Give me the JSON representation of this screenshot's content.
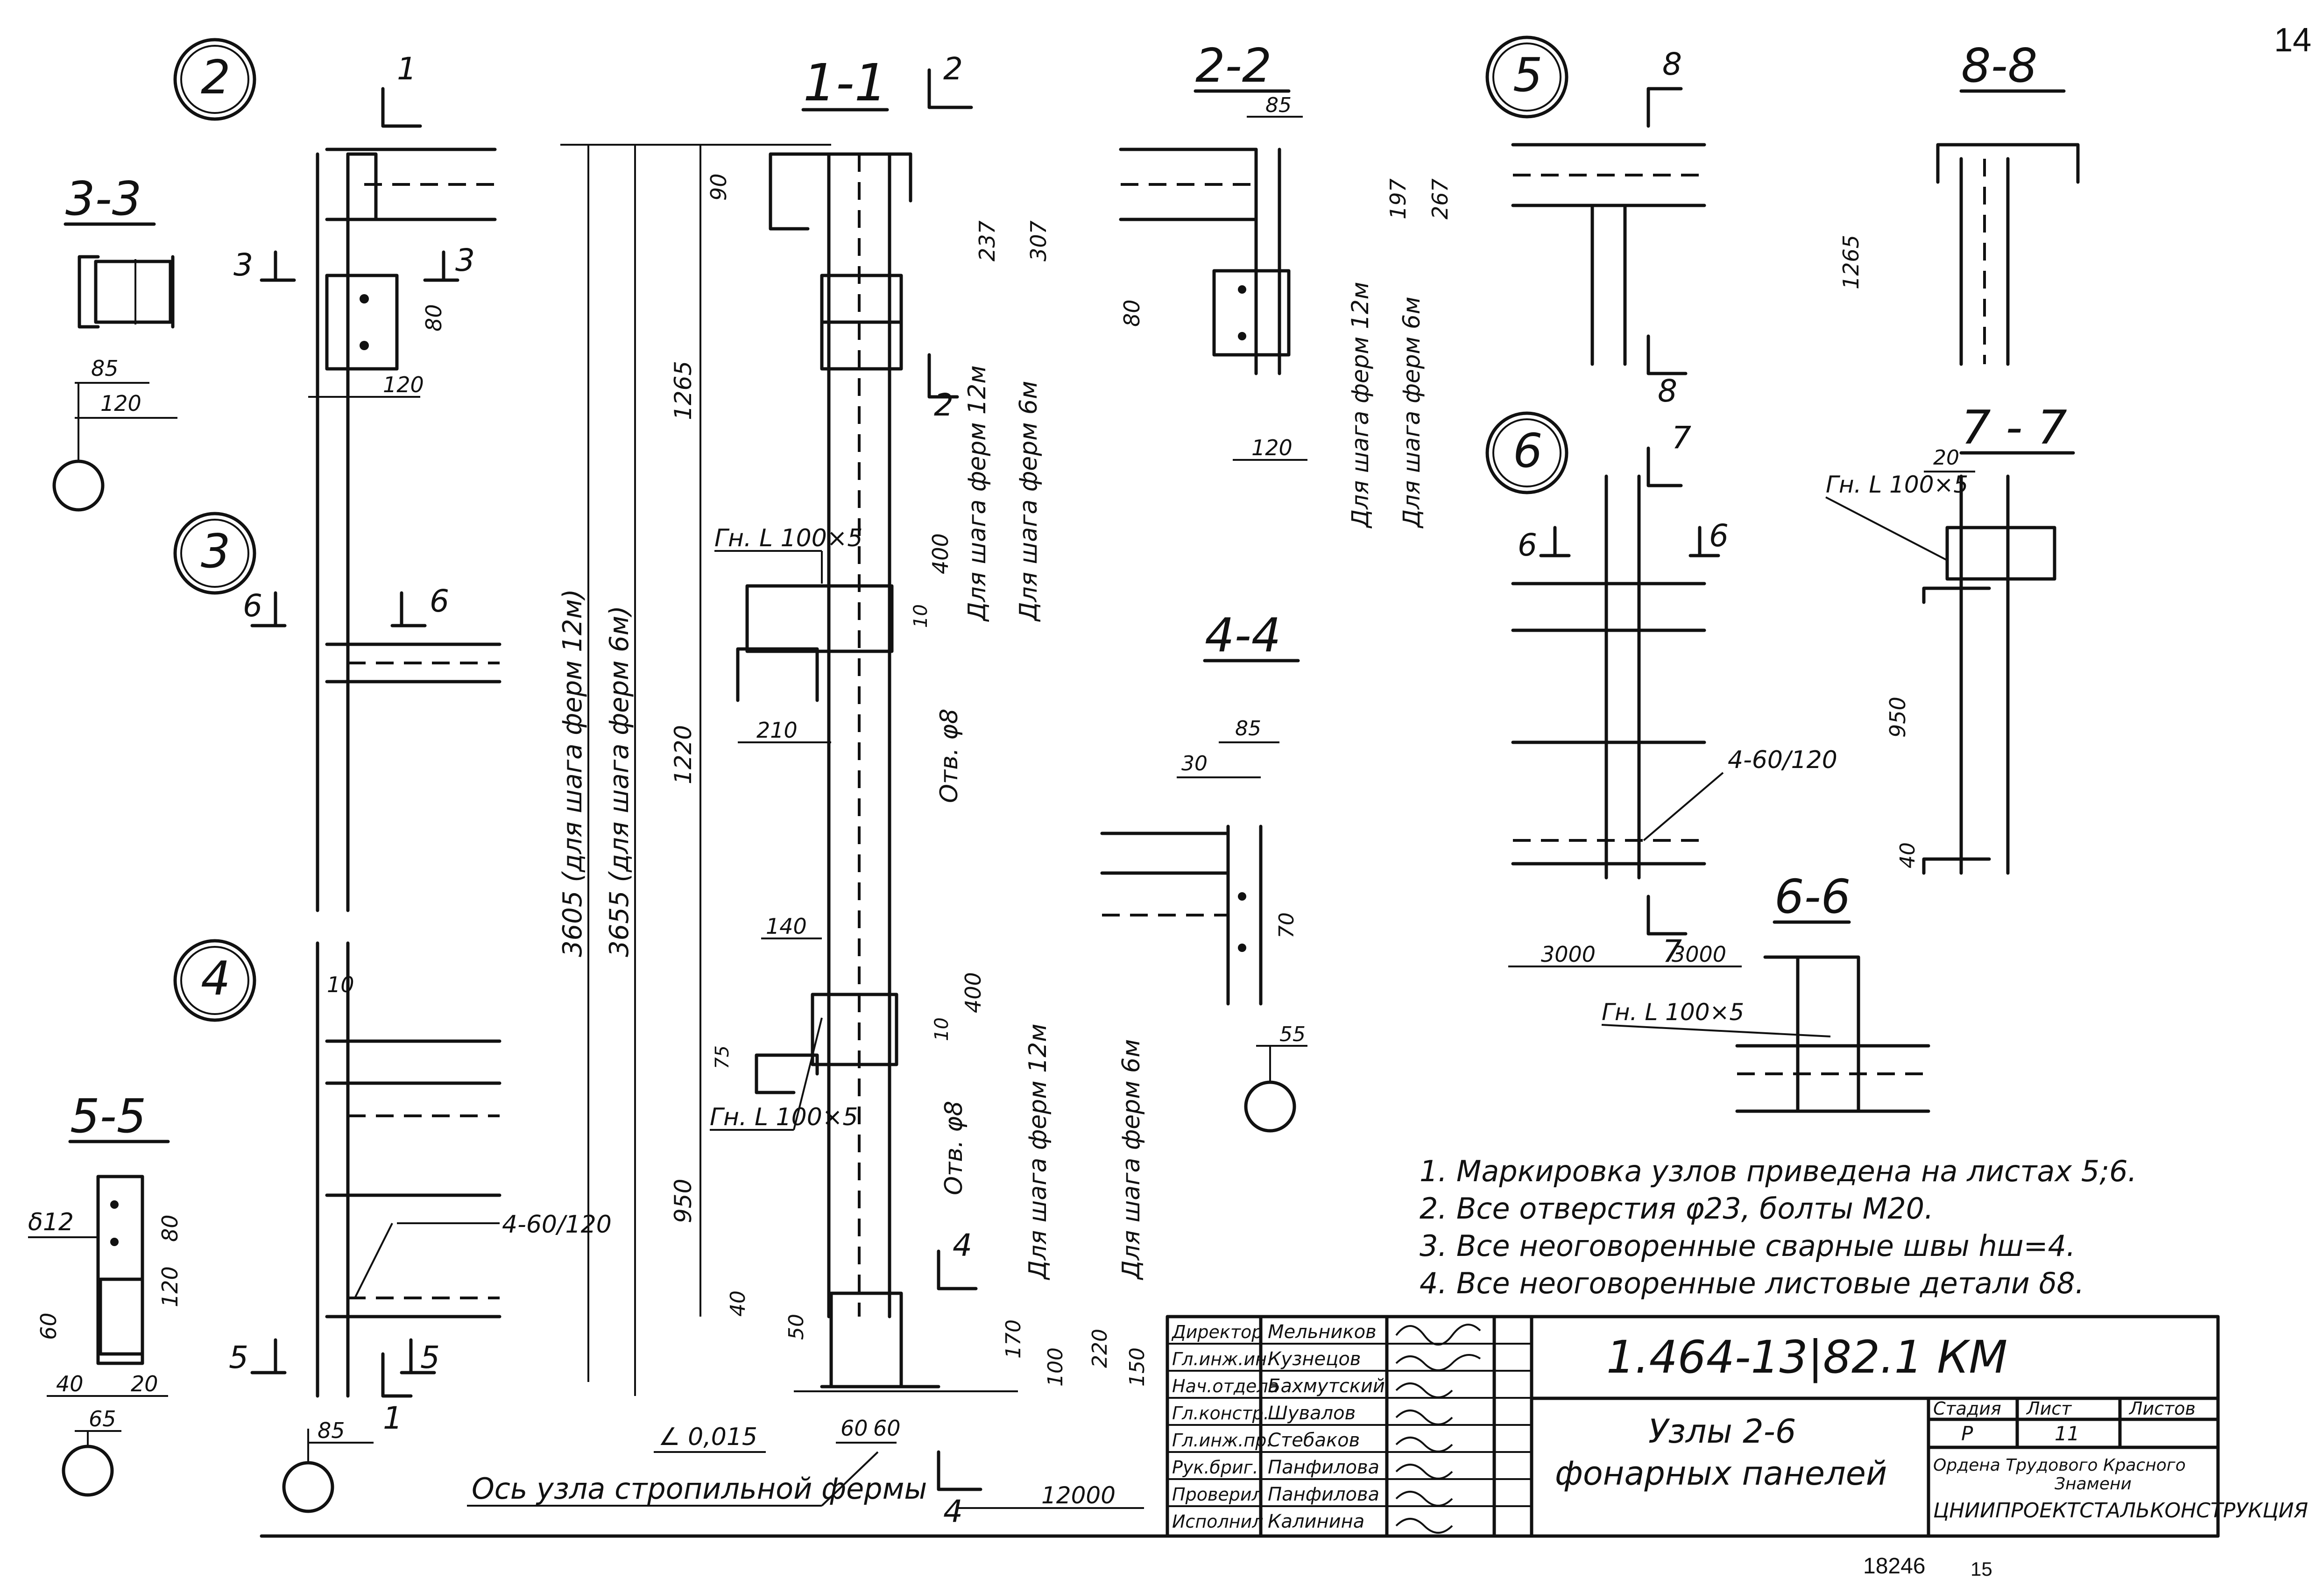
{
  "page_number": "14",
  "node_markers": [
    "2",
    "3",
    "4",
    "5",
    "6"
  ],
  "section_titles": {
    "s11": "1-1",
    "s22": "2-2",
    "s33": "3-3",
    "s44": "4-4",
    "s55": "5-5",
    "s66": "6-6",
    "s77": "7 - 7",
    "s88": "8-8"
  },
  "cut_marks": {
    "c1a": "1",
    "c1b": "1",
    "c2a": "2",
    "c2b": "2",
    "c3a": "3",
    "c3b": "3",
    "c4a": "4",
    "c4b": "4",
    "c5a": "5",
    "c5b": "5",
    "c6a": "6",
    "c6b": "6",
    "c6c": "6",
    "c6d": "6",
    "c7a": "7",
    "c7b": "7",
    "c8a": "8",
    "c8b": "8"
  },
  "dims": {
    "d3_85": "85",
    "d3_120": "120",
    "dn2_80": "80",
    "dn2_120": "120",
    "d11_90": "90",
    "d11_237": "237",
    "d11_307": "307",
    "d11_1265": "1265",
    "d11_400a": "400",
    "d11_10a": "10",
    "d11_210": "210",
    "d11_1220": "1220",
    "d11_140": "140",
    "d11_400b": "400",
    "d11_10b": "10",
    "d11_75": "75",
    "d11_950": "950",
    "d11_40": "40",
    "d11_50": "50",
    "d11_170": "170",
    "d11_100": "100",
    "d11_220": "220",
    "d11_150": "150",
    "d11_60a": "60",
    "d11_60b": "60",
    "d11_12000": "12000",
    "d11_3605": "3605 (для шага ферм 12м)",
    "d11_3655": "3655 (для шага ферм 6м)",
    "d11_slope": "∠ 0,015",
    "d22_85": "85",
    "d22_197": "197",
    "d22_267": "267",
    "d22_80": "80",
    "d22_120": "120",
    "d44_85": "85",
    "d44_30": "30",
    "d44_70": "70",
    "d44_55": "55",
    "d55_12": "δ12",
    "d55_80": "80",
    "d55_120": "120",
    "d55_60": "60",
    "d55_40": "40",
    "d55_20": "20",
    "d55_65": "65",
    "dn4_10": "10",
    "dn4_85": "85",
    "d6_3000a": "3000",
    "d6_3000b": "3000",
    "d77_20": "20",
    "d77_950": "950",
    "d77_40": "40",
    "d88_1265": "1265"
  },
  "annotations": {
    "hole_a": "Отв. φ8",
    "hole_b": "Отв. φ8",
    "truss12_a": "Для шага ферм 12м",
    "truss6_a": "Для шага ферм 6м",
    "truss12_b": "Для шага ферм 12м",
    "truss6_b": "Для шага ферм 6м",
    "truss12_c": "Для шага ферм 12м",
    "truss6_c": "Для шага ферм 6м",
    "angle_a": "Гн. L 100×5",
    "angle_b": "Гн. L 100×5",
    "angle_c": "Гн. L 100×5",
    "angle_d": "Гн. L 100×5",
    "bolt_a": "4-60/120",
    "bolt_b": "4-60/120",
    "axis": "Ось узла стропильной фермы"
  },
  "notes": [
    "1.  Маркировка  узлов  приведена  на листах 5;6.",
    "2.  Все  отверстия  φ23,  болты  М20.",
    "3.  Все  неоговоренные  сварные  швы  hш=4.",
    "4.  Все  неоговоренные листовые детали  δ8."
  ],
  "title_block": {
    "roles": [
      "Директор",
      "Гл.инж.ин.",
      "Нач.отдела",
      "Гл.констр.",
      "Гл.инж.пр.",
      "Рук.бриг.",
      "Проверил",
      "Исполнил"
    ],
    "names": [
      "Мельников",
      "Кузнецов",
      "Бахмутский",
      "Шувалов",
      "Стебаков",
      "Панфилова",
      "Панфилова",
      "Калинина"
    ],
    "doc_code": "1.464-13|82.1 КМ",
    "title_line1": "Узлы 2-6",
    "title_line2": "фонарных  панелей",
    "stage_label": "Стадия",
    "sheet_label": "Лист",
    "sheets_label": "Листов",
    "stage_value": "Р",
    "sheet_value": "11",
    "org_line1": "Ордена Трудового Красного",
    "org_line2": "Знамени",
    "org_name": "ЦНИИПРОЕКТСТАЛЬКОНСТРУКЦИЯ"
  },
  "footer": {
    "archive_number": "18246",
    "page": "15"
  }
}
